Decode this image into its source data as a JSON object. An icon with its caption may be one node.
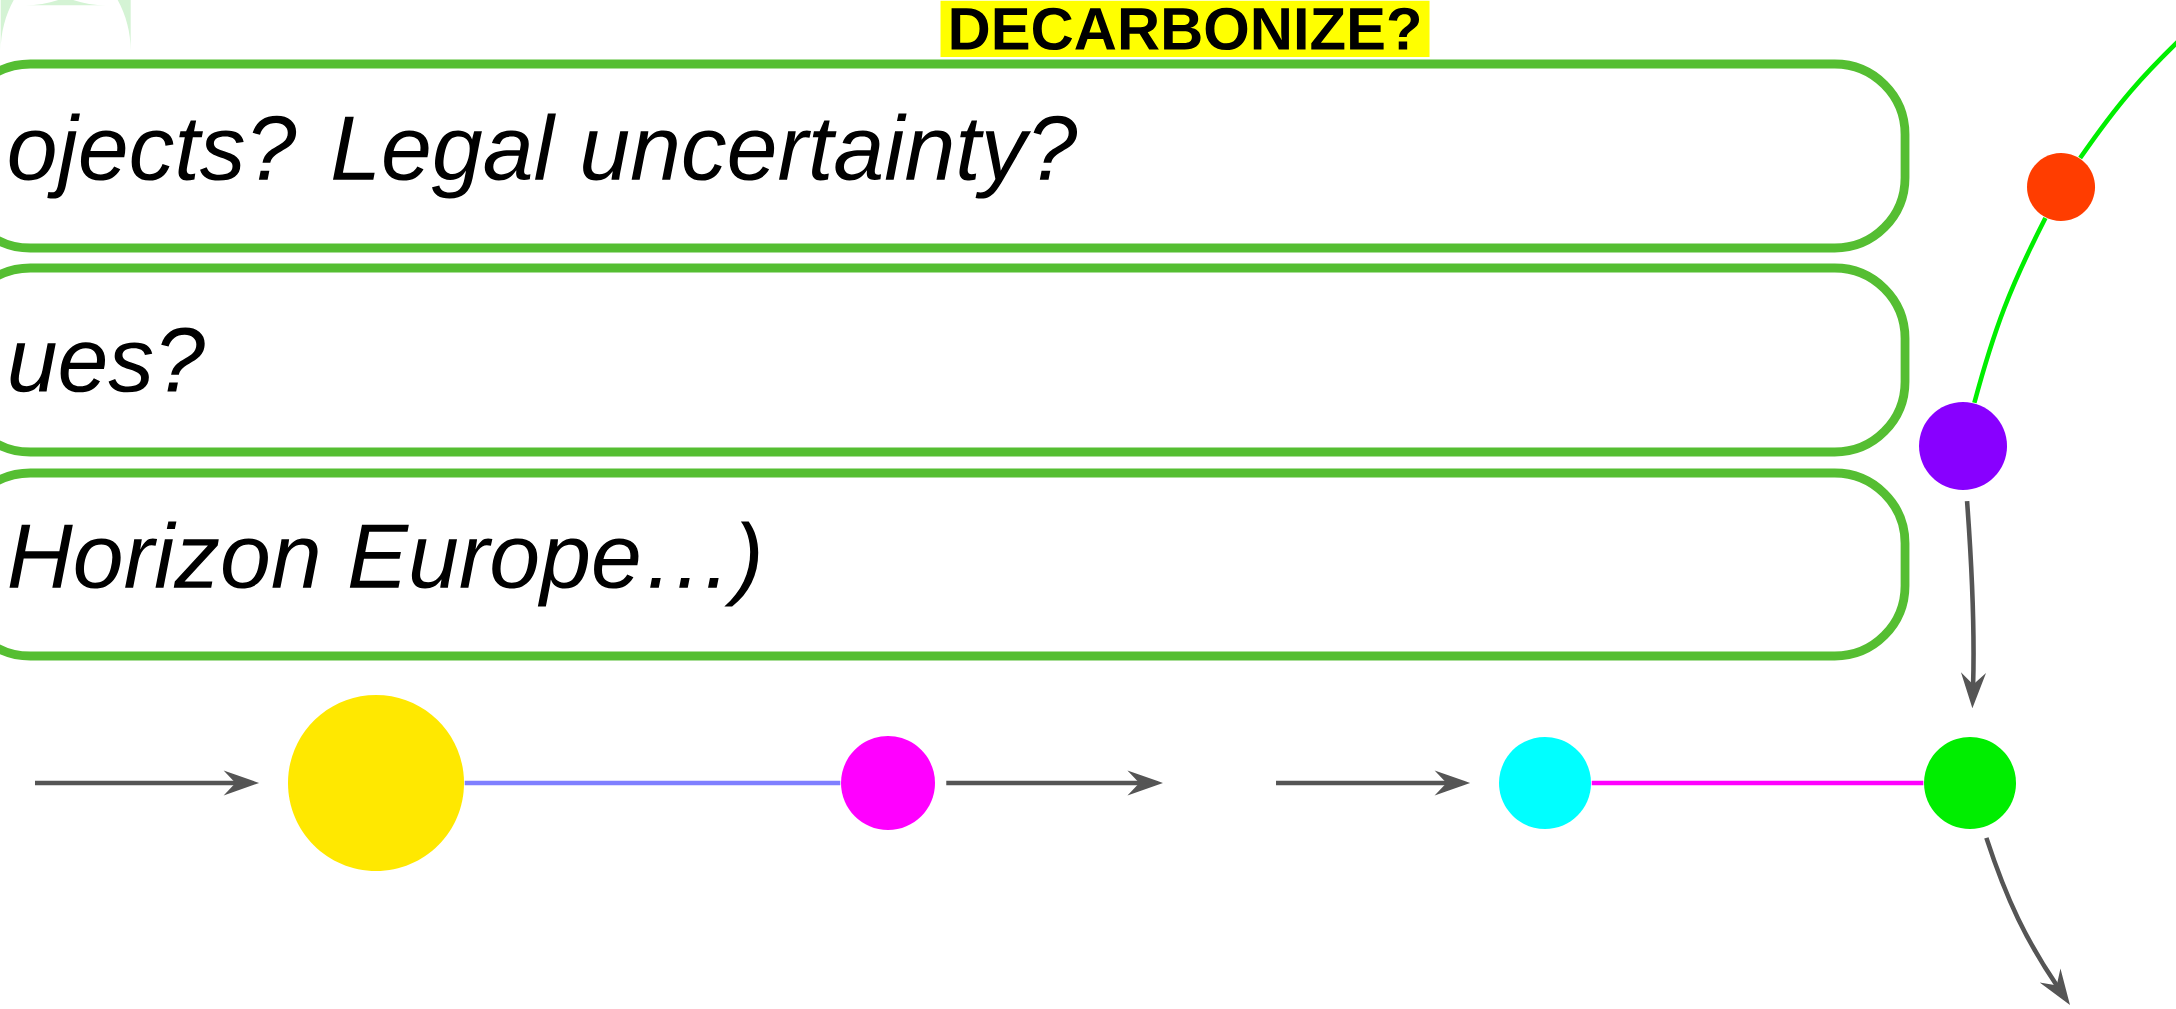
{
  "diagram": {
    "title": "DECARBONIZE?",
    "nodes": [
      {
        "text": [
          "ojects? Legal uncertainty?"
        ]
      },
      {
        "text": [
          "ues?"
        ]
      },
      {
        "text": [
          "Horizon Europe…)"
        ]
      },
      {
        "text": [],
        "shape": "circle"
      },
      {
        "text": [],
        "shape": "circle"
      },
      {
        "text": [],
        "shape": "circle"
      },
      {
        "text": [],
        "shape": "circle"
      },
      {
        "text": [],
        "shape": "circle"
      },
      {
        "text": [],
        "shape": "circle"
      },
      {
        "text": [],
        "shape": "box"
      }
    ],
    "edges": [
      {
        "from": null,
        "to": 3,
        "arrow": "none",
        "color": "#00ee00"
      },
      {
        "from": 3,
        "to": 4,
        "arrow": "none",
        "color": "#00ee00"
      },
      {
        "from": 4,
        "to": 8,
        "arrow": "to"
      },
      {
        "from": null,
        "to": 5,
        "arrow": "to"
      },
      {
        "from": 5,
        "to": 6,
        "arrow": "none",
        "color": "#7f7fff"
      },
      {
        "from": 6,
        "to": null,
        "arrow": "to"
      },
      {
        "from": null,
        "to": 7,
        "arrow": "to"
      },
      {
        "from": 7,
        "to": 8,
        "arrow": "none",
        "color": "#ff00ff"
      },
      {
        "from": 8,
        "to": null,
        "arrow": "to"
      }
    ]
  }
}
